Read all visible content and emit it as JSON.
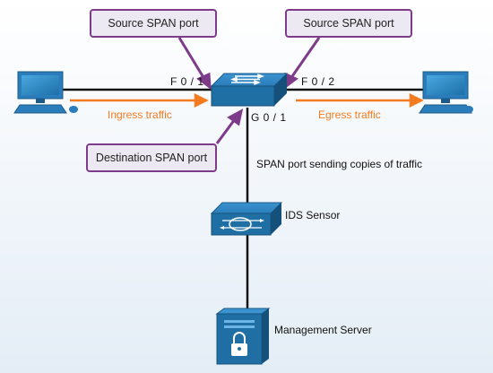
{
  "callouts": {
    "source_left": "Source SPAN port",
    "source_right": "Source SPAN port",
    "destination": "Destination SPAN port"
  },
  "ports": {
    "f0_1": "F 0 / 1",
    "f0_2": "F 0 / 2",
    "g0_1": "G 0 / 1"
  },
  "traffic": {
    "ingress": "Ingress traffic",
    "egress": "Egress traffic"
  },
  "labels": {
    "span_copies": "SPAN port sending copies of traffic",
    "ids_sensor": "IDS Sensor",
    "management_server": "Management Server"
  },
  "colors": {
    "callout_border": "#7d3b8a",
    "callout_fill": "#ece9f2",
    "traffic_arrow": "#f47b20",
    "device_blue": "#1f6fa5",
    "link": "#111111"
  }
}
